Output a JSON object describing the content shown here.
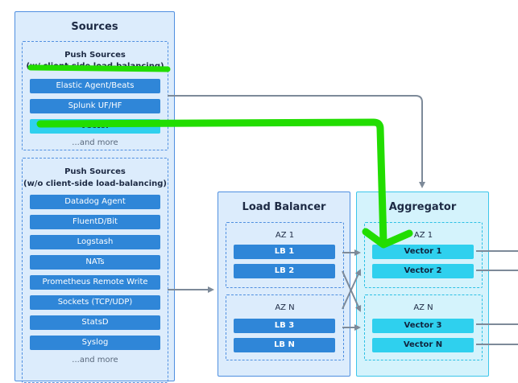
{
  "sources": {
    "title": "Sources",
    "push_with_lb": {
      "title_line1": "Push Sources",
      "title_line2": "(w/ client-side load-balancing)",
      "items": [
        "Elastic Agent/Beats",
        "Splunk UF/HF",
        "Vector"
      ],
      "more": "...and more"
    },
    "push_without_lb": {
      "title_line1": "Push Sources",
      "title_line2": "(w/o client-side load-balancing)",
      "items": [
        "Datadog Agent",
        "FluentD/Bit",
        "Logstash",
        "NATs",
        "Prometheus Remote Write",
        "Sockets (TCP/UDP)",
        "StatsD",
        "Syslog"
      ],
      "more": "...and more"
    }
  },
  "load_balancer": {
    "title": "Load Balancer",
    "zones": [
      {
        "label": "AZ 1",
        "items": [
          "LB 1",
          "LB 2"
        ]
      },
      {
        "label": "AZ N",
        "items": [
          "LB 3",
          "LB N"
        ]
      }
    ]
  },
  "aggregator": {
    "title": "Aggregator",
    "zones": [
      {
        "label": "AZ 1",
        "items": [
          "Vector 1",
          "Vector 2"
        ]
      },
      {
        "label": "AZ N",
        "items": [
          "Vector 3",
          "Vector N"
        ]
      }
    ]
  },
  "colors": {
    "connector": "#7d8a99",
    "highlight": "#22dd00",
    "source_item": "#2f86d8",
    "vector_item": "#2fd0ee"
  }
}
